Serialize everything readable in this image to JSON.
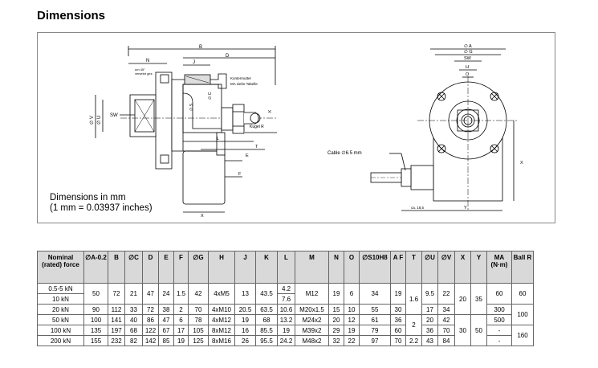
{
  "page": {
    "title": "Dimensions",
    "dims_note_line1": "Dimensions in mm",
    "dims_note_line2": "(1 mm = 0.03937 inches)"
  },
  "drawing": {
    "cable_label": "Cable ∅6.5 mm",
    "left_labels": {
      "B": "B",
      "D": "D",
      "N": "N",
      "J": "J",
      "SW": "SW",
      "V": "∅ V",
      "U": "∅ U",
      "S": "∅ S",
      "C": "∅ C",
      "K": "K",
      "E": "E",
      "T": "T",
      "F": "F",
      "X": "X",
      "L": "L",
      "I": "I",
      "kontermutter1": "Kontermutter",
      "kontermutter2": "MA siehe Tabelle",
      "kugel": "Kugel R",
      "w45_1": "um 45°",
      "w45_2": "versetzt gez."
    },
    "right_labels": {
      "A": "∅ A",
      "G": "∅ G",
      "SW": "SW",
      "H": "H",
      "O": "O",
      "X": "X",
      "Y": "Y",
      "ca": "ca. 18,5"
    }
  },
  "table": {
    "headers": [
      "Nominal (rated) force",
      "∅A-0.2",
      "B",
      "∅C",
      "D",
      "E",
      "F",
      "∅G",
      "H",
      "J",
      "K",
      "L",
      "M",
      "N",
      "O",
      "∅S10H8",
      "A F",
      "T",
      "∅U",
      "∅V",
      "X",
      "Y",
      "MA (N·m)",
      "Ball R"
    ],
    "rows": [
      {
        "force": "0.5-5 kN",
        "A": "50",
        "B": "72",
        "C": "21",
        "D": "47",
        "E": "24",
        "F": "1.5",
        "G": "42",
        "H": "4xM5",
        "J": "13",
        "K": "43.5",
        "L": "4.2",
        "M": "M12",
        "N": "19",
        "O": "6",
        "S": "34",
        "AF": "19",
        "T": "1.6",
        "U": "9.5",
        "V": "22",
        "X": "20",
        "Y": "35",
        "MA": "60",
        "R": "60"
      },
      {
        "force": "10 kN",
        "L": "7.6"
      },
      {
        "force": "20 kN",
        "A": "90",
        "B": "112",
        "C": "33",
        "D": "72",
        "E": "38",
        "F": "2",
        "G": "70",
        "H": "4xM10",
        "J": "20.5",
        "K": "63.5",
        "L": "10.6",
        "M": "M20x1.5",
        "N": "15",
        "O": "10",
        "S": "55",
        "AF": "30",
        "U": "17",
        "V": "34",
        "MA": "300",
        "R": "100"
      },
      {
        "force": "50 kN",
        "A": "100",
        "B": "141",
        "C": "40",
        "D": "86",
        "E": "47",
        "F": "6",
        "G": "78",
        "H": "4xM12",
        "J": "19",
        "K": "68",
        "L": "13.2",
        "M": "M24x2",
        "N": "20",
        "O": "12",
        "S": "61",
        "AF": "36",
        "T": "2",
        "U": "20",
        "V": "42",
        "X": "30",
        "Y": "50",
        "MA": "500"
      },
      {
        "force": "100 kN",
        "A": "135",
        "B": "197",
        "C": "68",
        "D": "122",
        "E": "67",
        "F": "17",
        "G": "105",
        "H": "8xM12",
        "J": "16",
        "K": "85.5",
        "L": "19",
        "M": "M39x2",
        "N": "29",
        "O": "19",
        "S": "79",
        "AF": "60",
        "U": "36",
        "V": "70",
        "MA": "-",
        "R": "160"
      },
      {
        "force": "200 kN",
        "A": "155",
        "B": "232",
        "C": "82",
        "D": "142",
        "E": "85",
        "F": "19",
        "G": "125",
        "H": "8xM16",
        "J": "26",
        "K": "95.5",
        "L": "24.2",
        "M": "M48x2",
        "N": "32",
        "O": "22",
        "S": "97",
        "AF": "70",
        "T": "2.2",
        "U": "43",
        "V": "84",
        "MA": "-"
      }
    ]
  }
}
